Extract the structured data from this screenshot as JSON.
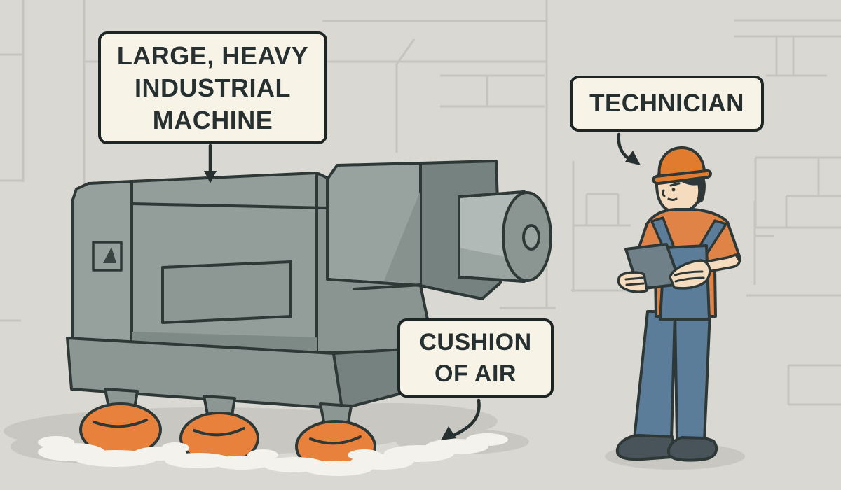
{
  "scene": {
    "type": "labeled-illustration",
    "background_color": "#d9d8d3"
  },
  "labels": {
    "machine": {
      "lines": [
        "LARGE, HEAVY",
        "INDUSTRIAL",
        "MACHINE"
      ]
    },
    "technician": {
      "lines": [
        "TECHNICIAN"
      ]
    },
    "cushion_of_air": {
      "lines": [
        "CUSHION",
        "OF AIR"
      ]
    }
  },
  "colors": {
    "label_background": "#f8f3e7",
    "label_border": "#1d2525",
    "label_text": "#273030",
    "machine_front_gray": "#95a09d",
    "machine_side_dark_gray": "#76827f",
    "machine_outline": "#2e3837",
    "base_gray": "#8c9794",
    "air_cushion_orange": "#e8813c",
    "hard_hat_orange": "#e17b2e",
    "shirt_orange": "#e08347",
    "overalls_blue": "#5b7d99",
    "skin_tone": "#f6dcbe",
    "tablet_gray": "#6f8089",
    "shoe_dark": "#49545a",
    "floor_shadow": "#c8c7c2",
    "air_puff_white": "#f3f2ed",
    "wall_line_gray": "#c5c4bf"
  },
  "icons": {
    "machine_arrow": "straight-down-arrow",
    "technician_arrow": "curved-down-right-arrow",
    "cushion_arrow": "curved-down-left-arrow",
    "machine_badge": "warning-triangle-badge"
  }
}
